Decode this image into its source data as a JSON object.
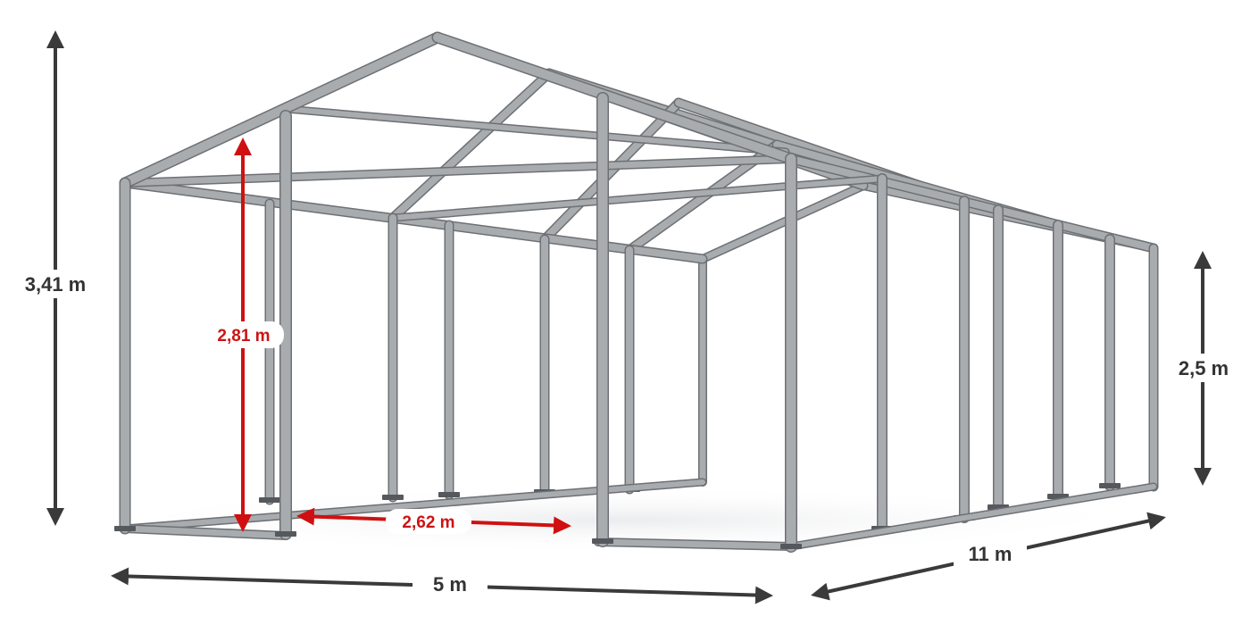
{
  "dimensions": {
    "total_height": "3,41 m",
    "door_height": "2,81 m",
    "door_width": "2,62 m",
    "side_height": "2,5 m",
    "width": "5 m",
    "length": "11 m"
  },
  "colors": {
    "dimension_dark": "#3a3a3a",
    "dimension_red": "#d01010",
    "frame": "#a9acaf",
    "frame_edge": "#6d7074"
  }
}
